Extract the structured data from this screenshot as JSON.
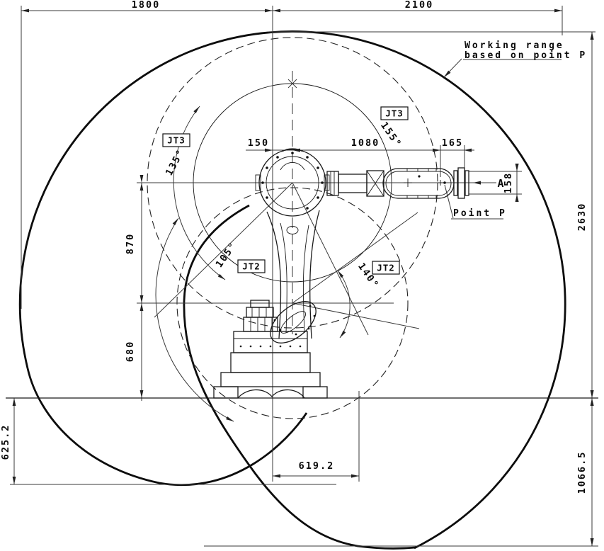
{
  "note": {
    "line1": "Working range",
    "line2": "based on point P"
  },
  "labels": {
    "jt3": "JT3",
    "jt2": "JT2",
    "point_p": "Point P",
    "section_arrow": "A"
  },
  "angles": {
    "jt3_left": "135°",
    "jt3_right": "155°",
    "jt2_left": "105°",
    "jt2_right": "140°"
  },
  "dims": {
    "top_left": "1800",
    "top_right": "2100",
    "shoulder_offset": "150",
    "forearm": "1080",
    "wrist_to_p": "165",
    "flange_width": "158",
    "overall_height": "2630",
    "upper_arm": "870",
    "base_height": "680",
    "below_base_left": "625.2",
    "lowest_offset": "619.2",
    "lowest_depth": "1066.5"
  },
  "colors": {
    "line": "#111111",
    "thin_line": "#3a3a3a",
    "background": "#ffffff"
  }
}
